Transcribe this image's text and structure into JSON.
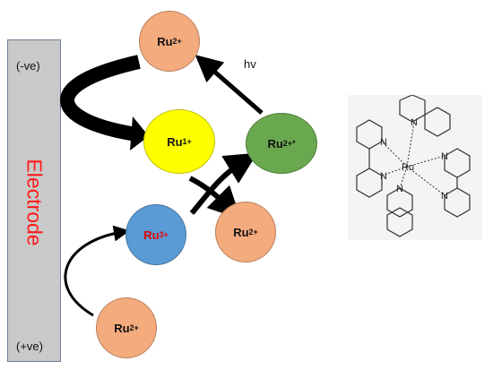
{
  "electrode": {
    "label": "Electrode",
    "negative": "(-ve)",
    "positive": "(+ve)"
  },
  "ions": {
    "top": {
      "base": "Ru",
      "charge": "2+"
    },
    "ru1": {
      "base": "Ru",
      "charge": "1+"
    },
    "excited": {
      "base": "Ru",
      "charge": "2+*"
    },
    "ru3": {
      "base": "Ru",
      "charge": "3+"
    },
    "mid": {
      "base": "Ru",
      "charge": "2+"
    },
    "bottom": {
      "base": "Ru",
      "charge": "2+"
    }
  },
  "light": "hv",
  "complex": {
    "metal": "Ru",
    "donor": "N"
  },
  "colors": {
    "peach": "#f4ab7d",
    "yellow": "#ffff00",
    "green": "#6aa84f",
    "blue": "#5b9bd5",
    "electrode_text": "#ff1a1a"
  }
}
